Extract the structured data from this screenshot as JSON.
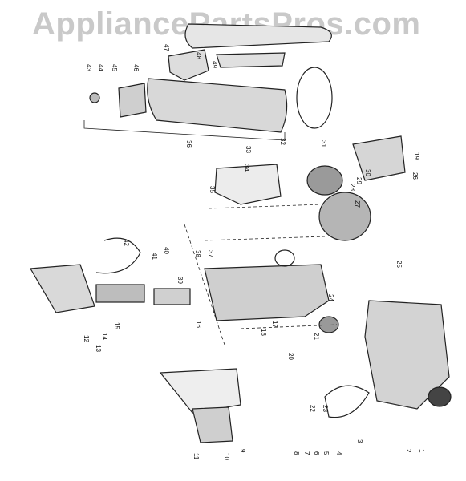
{
  "watermark": "AppliancePartsPros.com",
  "callouts": [
    "1",
    "2",
    "3",
    "4",
    "5",
    "6",
    "7",
    "8",
    "9",
    "10",
    "11",
    "12",
    "13",
    "14",
    "15",
    "16",
    "17",
    "18",
    "19",
    "20",
    "21",
    "22",
    "23",
    "24",
    "25",
    "26",
    "27",
    "28",
    "29",
    "30",
    "31",
    "32",
    "33",
    "34",
    "35",
    "36",
    "37",
    "38",
    "39",
    "40",
    "41",
    "42",
    "43",
    "44",
    "45",
    "46",
    "47",
    "48",
    "49"
  ]
}
